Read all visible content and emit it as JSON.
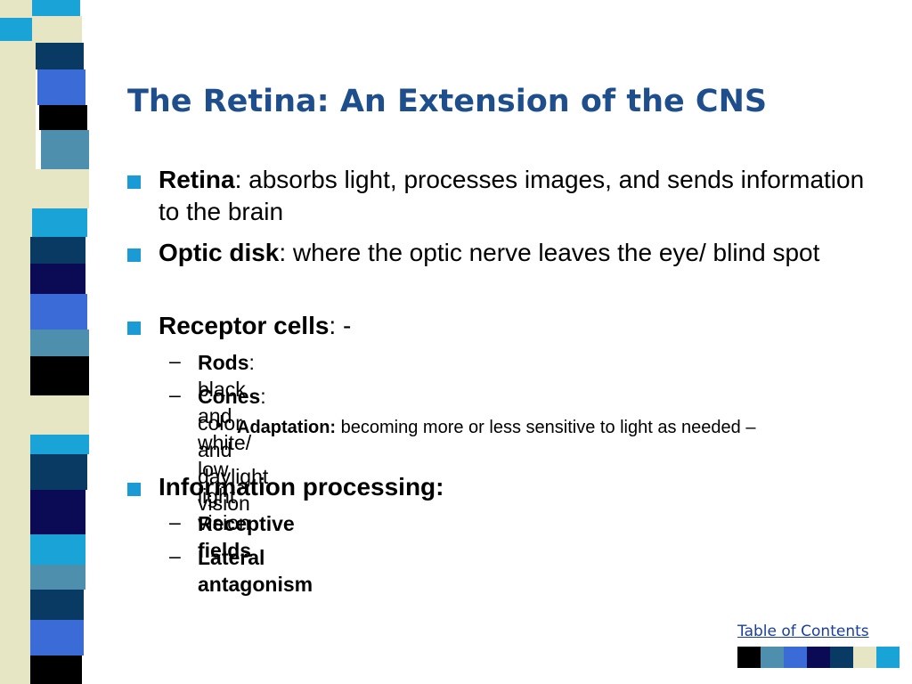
{
  "slide": {
    "title": "The Retina: An Extension of the CNS",
    "items": [
      {
        "term": "Retina",
        "text": ": absorbs light, processes images, and sends information to the brain"
      },
      {
        "term": "Optic disk",
        "text": ": where the optic nerve leaves the eye/ blind spot"
      },
      {
        "term": "Receptor cells",
        "text": ": -"
      },
      {
        "term": "Rods",
        "text": ": black and white/ low light vision"
      },
      {
        "term": "Cones",
        "text": ": color and daylight vision"
      },
      {
        "term": "Adaptation:",
        "text": " becoming more or less sensitive to light as needed –"
      },
      {
        "term": "Information processing:",
        "text": ""
      },
      {
        "term": "Receptive fields",
        "text": ""
      },
      {
        "term": "Lateral antagonism",
        "text": ""
      }
    ],
    "dash": "–",
    "dot": "•"
  },
  "footer": {
    "toc_link": "Table of Contents"
  },
  "colors": {
    "accent": "#1a9bd6",
    "title": "#1f4e8c",
    "black": "#000000",
    "teal": "#4f8fae",
    "blue": "#3a6bd6",
    "navy": "#0a0a55",
    "darkblue": "#083a63",
    "cream": "#e6e6c4",
    "cyan": "#1aa3d6"
  }
}
